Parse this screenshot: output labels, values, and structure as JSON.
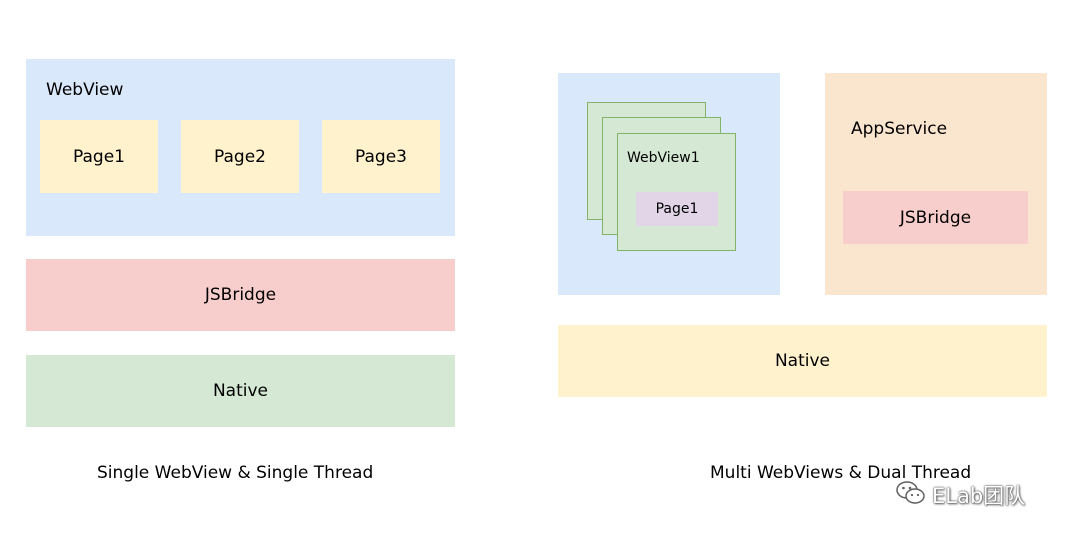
{
  "left": {
    "webview_label": "WebView",
    "pages": [
      "Page1",
      "Page2",
      "Page3"
    ],
    "jsbridge_label": "JSBridge",
    "native_label": "Native",
    "caption": "Single WebView & Single Thread"
  },
  "right": {
    "webview_label": "WebView1",
    "page_label": "Page1",
    "appservice_label": "AppService",
    "jsbridge_label": "JSBridge",
    "native_label": "Native",
    "caption": "Multi WebViews & Dual Thread"
  },
  "watermark": {
    "text": "ELab团队",
    "icon": "wechat-icon"
  },
  "colors": {
    "webview_blue": "#dae8fb",
    "page_yellow": "#fff2cc",
    "jsbridge_red": "#f8cecc",
    "native_green": "#d5e8d4",
    "appservice_orange": "#fae5cf",
    "stack_border": "#82b366",
    "page_purple": "#e1d5e7"
  }
}
